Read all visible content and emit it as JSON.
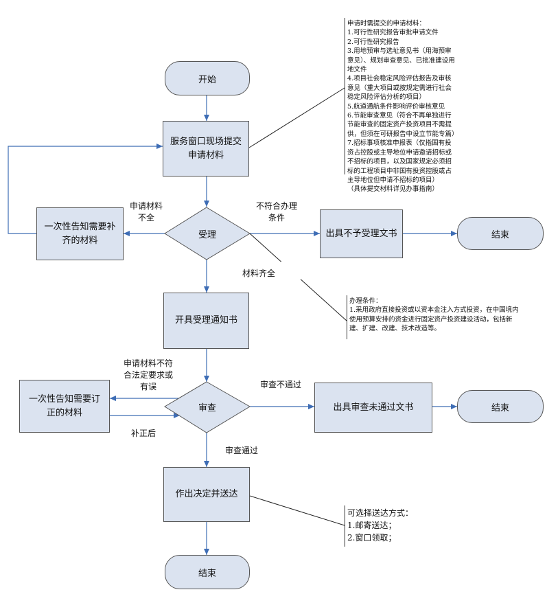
{
  "nodes": {
    "start": "开始",
    "submit": [
      "服务窗口现场提交",
      "申请材料"
    ],
    "accept": "受理",
    "notify_incomplete": [
      "一次性告知需要补",
      "齐的材料"
    ],
    "reject_doc": "出具不予受理文书",
    "end1": "结束",
    "accept_notice": "开具受理通知书",
    "review": "审查",
    "notify_correct": [
      "一次性告知需要订",
      "正的材料"
    ],
    "fail_doc": "出具审查未通过文书",
    "end2": "结束",
    "decision": "作出决定并送达",
    "end3": "结束"
  },
  "edge_labels": {
    "incomplete": [
      "申请材料",
      "不全"
    ],
    "not_qualified": [
      "不符合办理",
      "条件"
    ],
    "complete": "材料齐全",
    "not_legal": [
      "申请材料不符",
      "合法定要求或",
      "有误"
    ],
    "after_fix": "补正后",
    "review_fail": "审查不通过",
    "review_pass": "审查通过"
  },
  "notes": {
    "materials": [
      "申请时需提交的申请材料：",
      "1.可行性研究报告审批申请文件",
      "2.可行性研究报告",
      "3.用地预审与选址意见书（用海预审意见）、规划审查意见、已批准建设用地文件",
      "4.项目社会稳定风险评估报告及审核意见（重大项目或按规定需进行社会稳定风险评估分析的项目）",
      "5.航道通航条件影响评价审核意见",
      "6.节能审查意见（符合不再单独进行节能审查的固定资产投资项目不需提供，但须在可研报告中设立节能专篇）",
      "7.招标事项核准申报表（仅指国有投资占控股或主导地位申请邀请招标或不招标的项目，以及国家规定必须招标的工程项目中非国有投资控股或占主导地位但申请不招标的项目）",
      "（具体提交材料详见办事指南）"
    ],
    "conditions": [
      "办理条件：",
      "1.采用政府直接投资或以资本金注入方式投资，在中国境内使用预算安排的资金进行固定资产投资建设活动，包括新建、扩建、改建、技术改造等。"
    ],
    "delivery": [
      "可选择送达方式：",
      "1.邮寄送达；",
      "2.窗口领取；"
    ]
  }
}
